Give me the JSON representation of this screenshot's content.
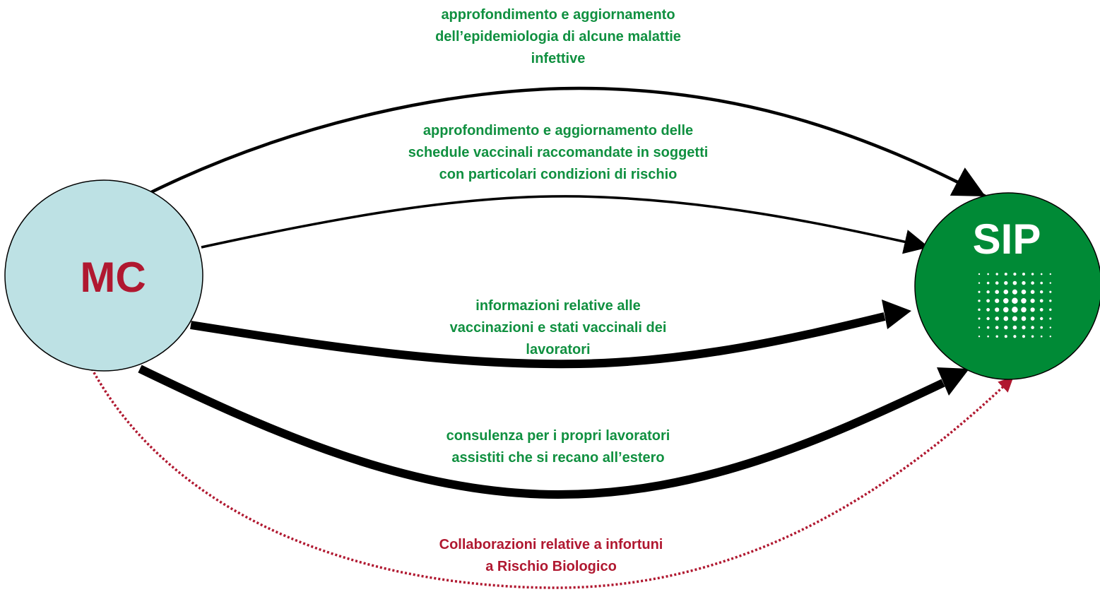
{
  "colors": {
    "mc_fill": "#bde1e4",
    "sip_fill": "#008a36",
    "label_green": "#109040",
    "label_red": "#b01830",
    "mc_text": "#b01830",
    "sip_text": "#ffffff",
    "arrow": "#000000",
    "dotted_arrow": "#b01830"
  },
  "nodes": {
    "mc": {
      "label": "MC"
    },
    "sip": {
      "label": "SIP",
      "icon": "dot-grid-logo-icon"
    }
  },
  "arrows": [
    {
      "label": "approfondimento e aggiornamento\ndell’epidemiologia di alcune malattie\ninfettive",
      "color": "green",
      "style": "thin"
    },
    {
      "label": "approfondimento e aggiornamento delle\nschedule vaccinali raccomandate in soggetti\ncon particolari condizioni di rischio",
      "color": "green",
      "style": "thin"
    },
    {
      "label": "informazioni relative alle\nvaccinazioni e stati vaccinali dei\nlavoratori",
      "color": "green",
      "style": "thick"
    },
    {
      "label": "consulenza per i propri lavoratori\nassistiti che si recano all’estero",
      "color": "green",
      "style": "thick"
    },
    {
      "label": "Collaborazioni relative a infortuni\na Rischio Biologico",
      "color": "red",
      "style": "dotted"
    }
  ]
}
